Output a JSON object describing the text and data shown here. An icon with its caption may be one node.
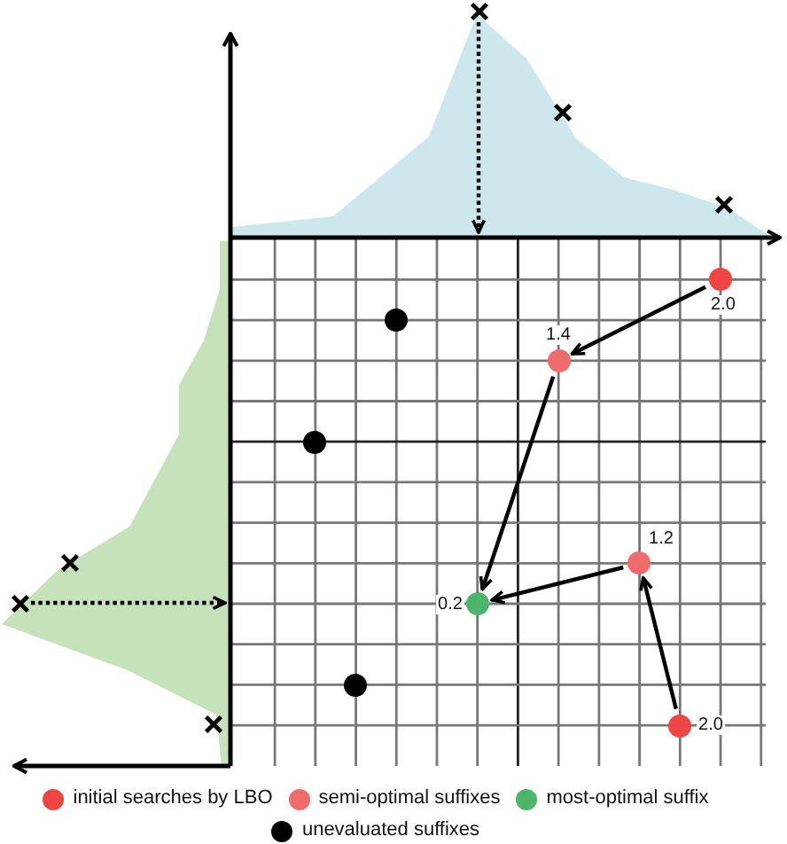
{
  "diagram": {
    "nodes": [
      {
        "text": [],
        "shape": "cross"
      },
      {
        "text": [],
        "shape": "circle",
        "beside": [
          "2.0"
        ]
      },
      {
        "text": [],
        "shape": "circle"
      },
      {
        "text": [],
        "shape": "circle",
        "beside": [
          "1.4"
        ]
      },
      {
        "text": [],
        "shape": "circle"
      },
      {
        "text": [],
        "shape": "circle",
        "beside": [
          "1.2"
        ]
      },
      {
        "text": [],
        "shape": "cross"
      },
      {
        "text": [],
        "shape": "circle",
        "beside": [
          "0.2"
        ]
      },
      {
        "text": [],
        "shape": "circle"
      },
      {
        "text": [],
        "shape": "circle",
        "beside": [
          "2.0"
        ]
      }
    ],
    "edges": [
      {
        "from": 0,
        "to": null,
        "arrow": "to",
        "style": "dashed"
      },
      {
        "from": 1,
        "to": 3,
        "arrow": "to"
      },
      {
        "from": 3,
        "to": 7,
        "arrow": "to"
      },
      {
        "from": 6,
        "to": null,
        "arrow": "to",
        "style": "dashed"
      },
      {
        "from": 9,
        "to": 5,
        "arrow": "to"
      },
      {
        "from": 5,
        "to": 7,
        "arrow": "to"
      }
    ],
    "legend": [
      {
        "text": "initial searches by LBO",
        "color": "#ef4545"
      },
      {
        "text": "semi-optimal suffixes",
        "color": "#f06c6c"
      },
      {
        "text": "most-optimal suffix",
        "color": "#4cb66a"
      },
      {
        "text": "unevaluated suffixes",
        "color": "#000000"
      }
    ]
  }
}
